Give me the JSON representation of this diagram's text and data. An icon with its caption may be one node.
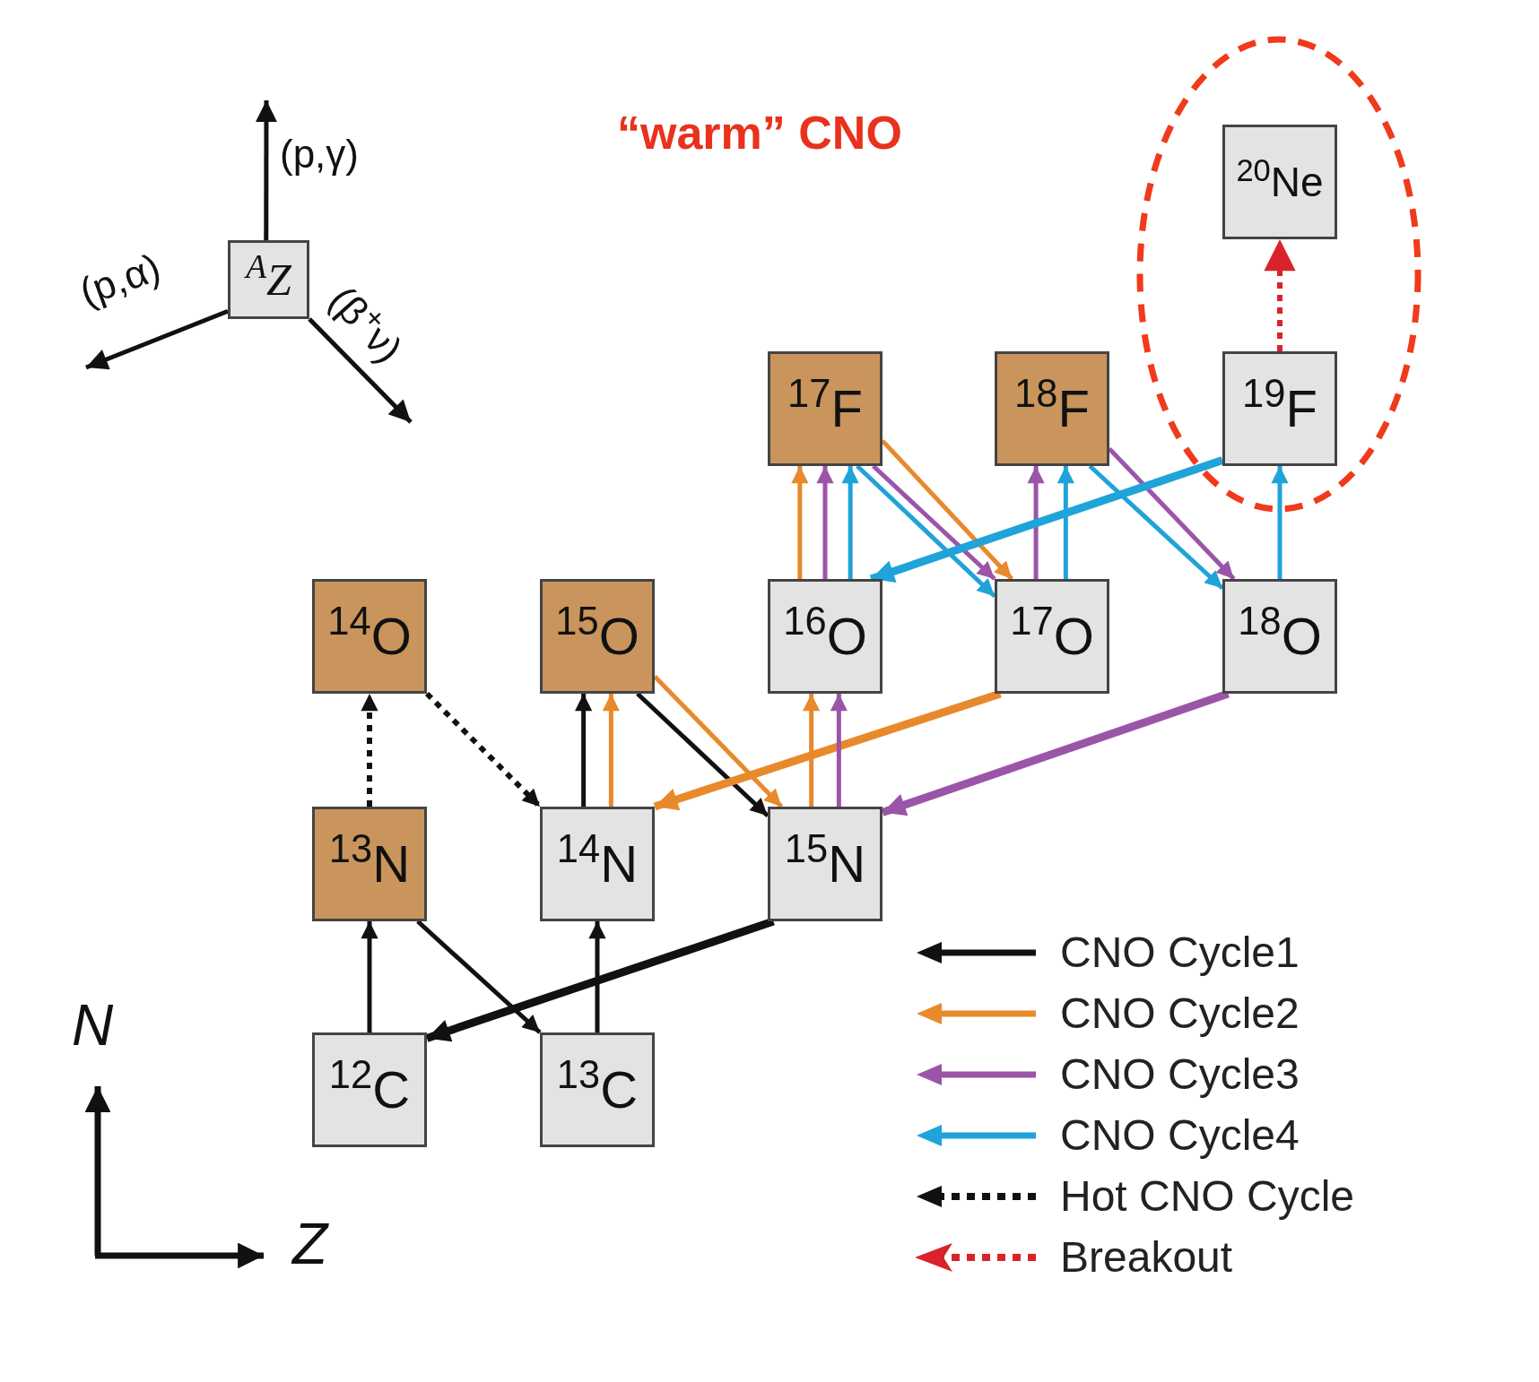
{
  "diagram": {
    "nodes": [
      {
        "text": [
          "$^{A}$Z"
        ]
      },
      {
        "text": [],
        "shape": "ellipse"
      },
      {
        "text": [
          "$^{20}$Ne"
        ],
        "in": 1
      },
      {
        "text": [
          "$^{17}$F"
        ]
      },
      {
        "text": [
          "$^{18}$F"
        ]
      },
      {
        "text": [
          "$^{19}$F"
        ],
        "in": 1
      },
      {
        "text": [
          "$^{14}$O"
        ]
      },
      {
        "text": [
          "$^{15}$O"
        ]
      },
      {
        "text": [
          "$^{16}$O"
        ]
      },
      {
        "text": [
          "$^{17}$O"
        ]
      },
      {
        "text": [
          "$^{18}$O"
        ]
      },
      {
        "text": [
          "$^{13}$N"
        ]
      },
      {
        "text": [
          "$^{14}$N"
        ]
      },
      {
        "text": [
          "$^{15}$N"
        ]
      },
      {
        "text": [
          "$^{12}$C"
        ]
      },
      {
        "text": [
          "$^{13}$C"
        ]
      }
    ],
    "edges": [
      {
        "from": 0,
        "to": null,
        "arrow": "to",
        "label": "(p,γ)"
      },
      {
        "from": 0,
        "to": null,
        "arrow": "to",
        "label": "(p,α)"
      },
      {
        "from": 0,
        "to": null,
        "arrow": "to",
        "label": "(β$^{+}$ν)"
      },
      {
        "from": 14,
        "to": 11,
        "arrow": "to"
      },
      {
        "from": 11,
        "to": 15,
        "arrow": "to"
      },
      {
        "from": 15,
        "to": 12,
        "arrow": "to"
      },
      {
        "from": 12,
        "to": 7,
        "arrow": "to"
      },
      {
        "from": 7,
        "to": 13,
        "arrow": "to"
      },
      {
        "from": 13,
        "to": 14,
        "arrow": "to",
        "style": "thick"
      },
      {
        "from": 12,
        "to": 7,
        "arrow": "to",
        "color": "#e8892c"
      },
      {
        "from": 7,
        "to": 13,
        "arrow": "to",
        "color": "#e8892c"
      },
      {
        "from": 13,
        "to": 8,
        "arrow": "to",
        "color": "#e8892c"
      },
      {
        "from": 8,
        "to": 3,
        "arrow": "to",
        "color": "#e8892c"
      },
      {
        "from": 3,
        "to": 9,
        "arrow": "to",
        "color": "#e8892c"
      },
      {
        "from": 9,
        "to": 12,
        "arrow": "to",
        "style": "thick",
        "color": "#e8892c"
      },
      {
        "from": 13,
        "to": 8,
        "arrow": "to",
        "color": "#9b55a8"
      },
      {
        "from": 8,
        "to": 3,
        "arrow": "to",
        "color": "#9b55a8"
      },
      {
        "from": 3,
        "to": 9,
        "arrow": "to",
        "color": "#9b55a8"
      },
      {
        "from": 9,
        "to": 4,
        "arrow": "to",
        "color": "#9b55a8"
      },
      {
        "from": 4,
        "to": 10,
        "arrow": "to",
        "color": "#9b55a8"
      },
      {
        "from": 10,
        "to": 13,
        "arrow": "to",
        "style": "thick",
        "color": "#9b55a8"
      },
      {
        "from": 8,
        "to": 3,
        "arrow": "to",
        "color": "#1fa3d9"
      },
      {
        "from": 3,
        "to": 9,
        "arrow": "to",
        "color": "#1fa3d9"
      },
      {
        "from": 9,
        "to": 4,
        "arrow": "to",
        "color": "#1fa3d9"
      },
      {
        "from": 4,
        "to": 10,
        "arrow": "to",
        "color": "#1fa3d9"
      },
      {
        "from": 10,
        "to": 5,
        "arrow": "to",
        "color": "#1fa3d9"
      },
      {
        "from": 5,
        "to": 8,
        "arrow": "to",
        "style": "thick",
        "color": "#1fa3d9"
      },
      {
        "from": 11,
        "to": 6,
        "arrow": "to",
        "style": "dashed"
      },
      {
        "from": 6,
        "to": 12,
        "arrow": "to",
        "style": "dashed"
      },
      {
        "from": 5,
        "to": 2,
        "arrow": "to",
        "style": "dashed",
        "color": "#d8232a"
      }
    ],
    "labels": [
      "“warm” CNO",
      "N",
      "Z"
    ],
    "legend": [
      {
        "text": "CNO Cycle1",
        "color": "#111111"
      },
      {
        "text": "CNO Cycle2",
        "color": "#e8892c"
      },
      {
        "text": "CNO Cycle3",
        "color": "#9b55a8"
      },
      {
        "text": "CNO Cycle4",
        "color": "#1fa3d9"
      },
      {
        "text": "Hot CNO Cycle",
        "color": "#111111"
      },
      {
        "text": "Breakout",
        "color": "#d8232a"
      }
    ]
  }
}
